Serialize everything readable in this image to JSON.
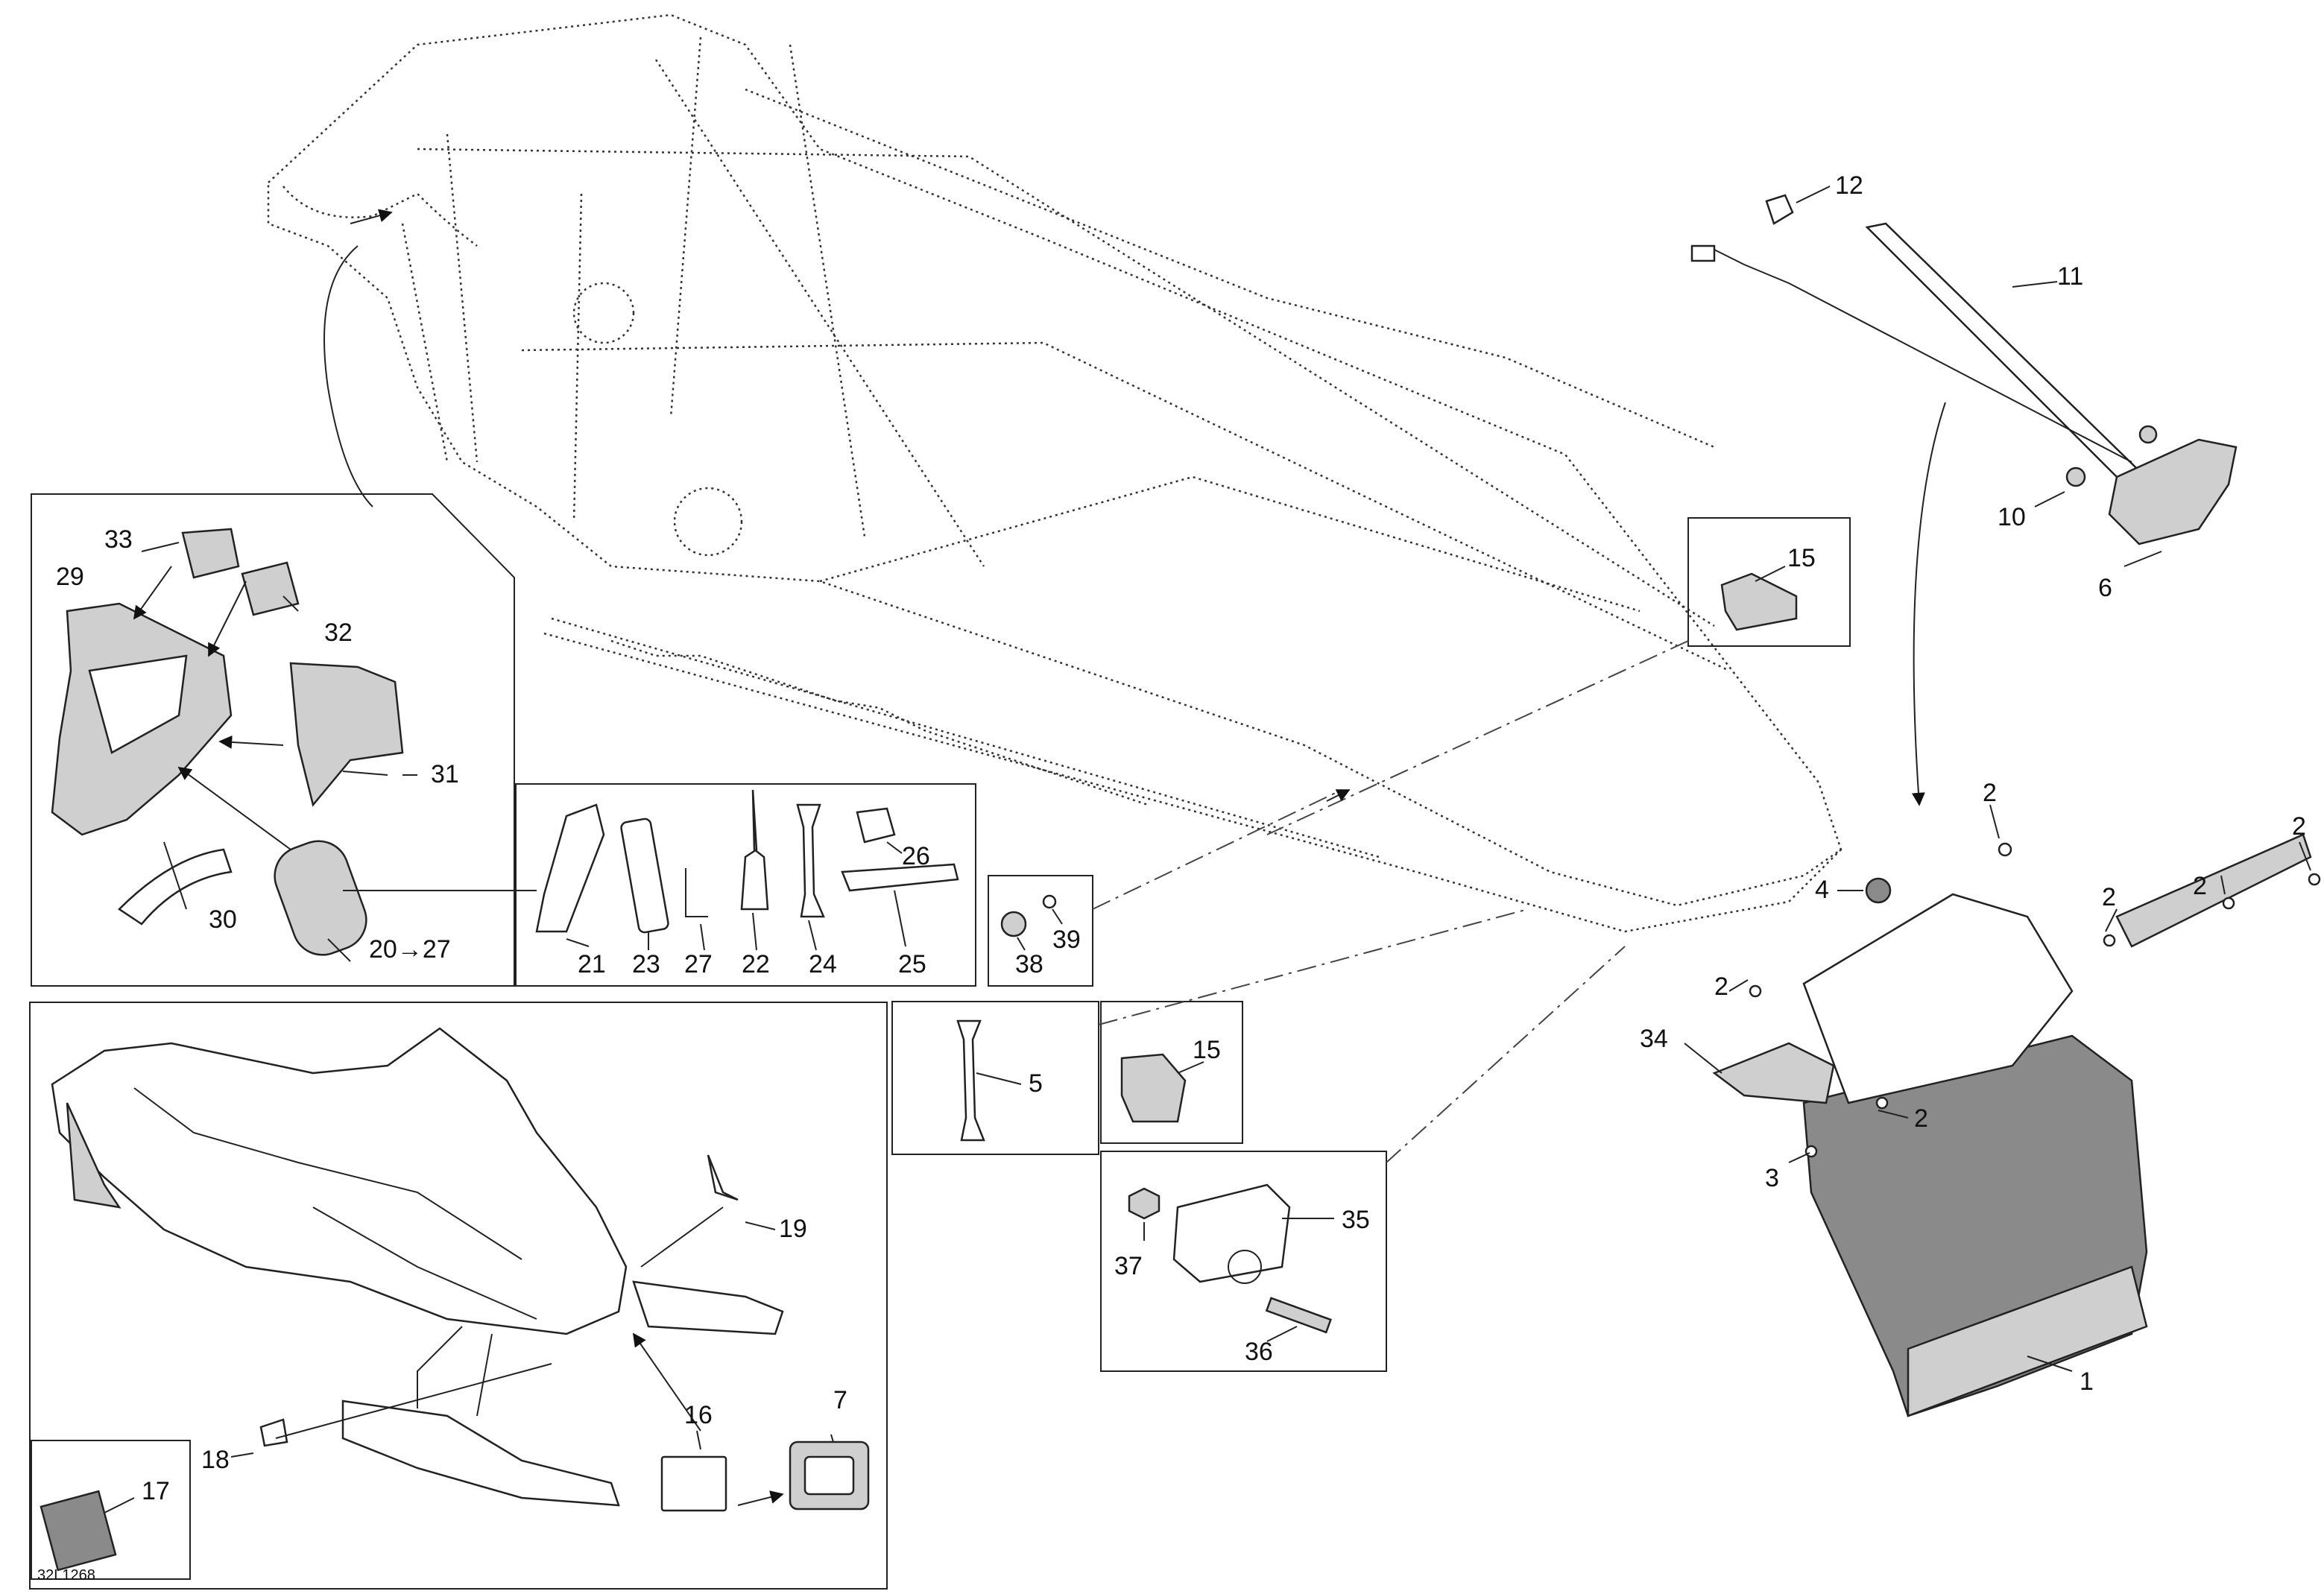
{
  "drawing_ref": "32L1268",
  "callouts": {
    "c1": "1",
    "c2": "2",
    "c3": "3",
    "c4": "4",
    "c5": "5",
    "c6": "6",
    "c7": "7",
    "c10": "10",
    "c11": "11",
    "c12": "12",
    "c15": "15",
    "c16": "16",
    "c17": "17",
    "c18": "18",
    "c19": "19",
    "c20_27": "20→27",
    "c21": "21",
    "c22": "22",
    "c23": "23",
    "c24": "24",
    "c25": "25",
    "c26": "26",
    "c27": "27",
    "c29": "29",
    "c30": "30",
    "c31": "31",
    "c32": "32",
    "c33": "33",
    "c34": "34",
    "c35": "35",
    "c36": "36",
    "c37": "37",
    "c38": "38",
    "c39": "39"
  }
}
